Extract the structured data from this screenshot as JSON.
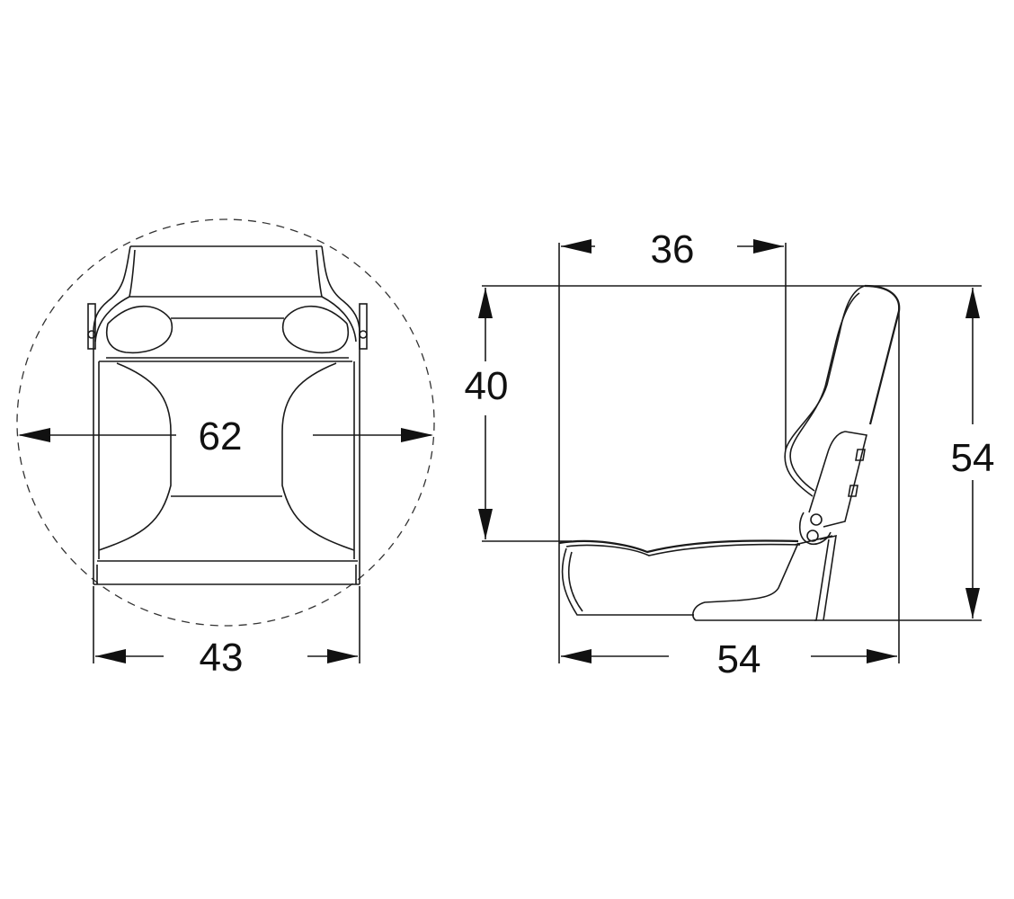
{
  "dimensions": {
    "front_circle_diameter": "62",
    "front_width": "43",
    "side_seat_depth": "36",
    "side_seat_height": "40",
    "side_total_height": "54",
    "side_total_depth": "54"
  }
}
